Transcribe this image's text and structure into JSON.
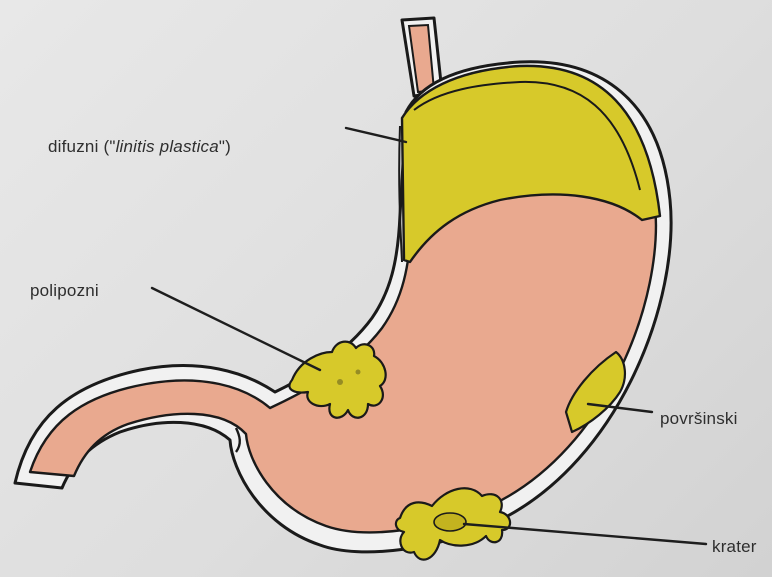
{
  "labels": {
    "diffuse_prefix": "difuzni (\"",
    "diffuse_italic": "linitis plastica",
    "diffuse_suffix": "\")",
    "polypoid": "polipozni",
    "superficial": "površinski",
    "crater": "krater"
  },
  "colors": {
    "tissue": "#e9a98f",
    "tumor": "#d7c92a",
    "outline": "#1a1a1a",
    "wall_gap": "#f1f1f1"
  }
}
